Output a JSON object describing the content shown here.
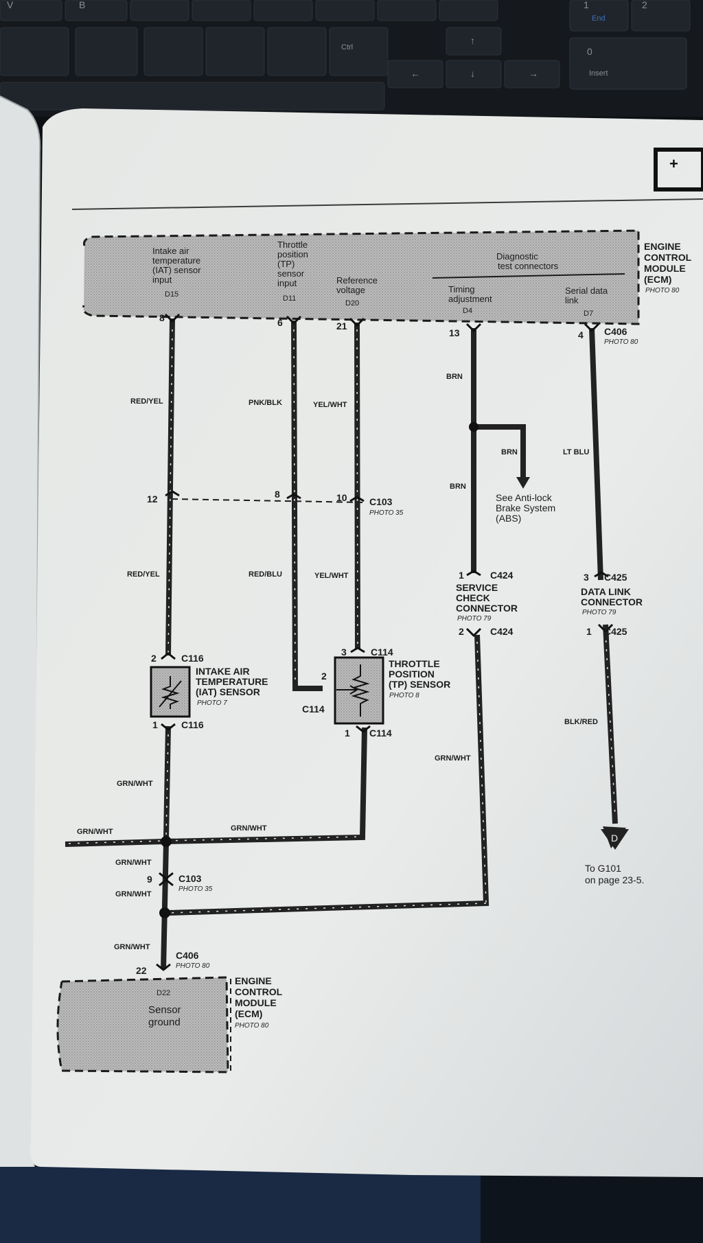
{
  "keyboard": {
    "keys": [
      "V",
      "B",
      "1",
      "2",
      "End",
      "Ctrl",
      "↑",
      "←",
      "↓",
      "→",
      "0",
      "Insert"
    ]
  },
  "ecm_top": {
    "title": [
      "ENGINE",
      "CONTROL",
      "MODULE",
      "(ECM)"
    ],
    "photo": "PHOTO 80",
    "diagnostic_title": [
      "Diagnostic",
      "test connectors"
    ],
    "inputs": [
      {
        "lines": [
          "Intake air",
          "temperature",
          "(IAT) sensor",
          "input"
        ],
        "terminal": "D15"
      },
      {
        "lines": [
          "Throttle",
          "position",
          "(TP)",
          "sensor",
          "input"
        ],
        "terminal": "D11"
      },
      {
        "lines": [
          "Reference",
          "voltage"
        ],
        "terminal": "D20"
      },
      {
        "lines": [
          "Timing",
          "adjustment"
        ],
        "terminal": "D4"
      },
      {
        "lines": [
          "Serial data",
          "link"
        ],
        "terminal": "D7"
      }
    ]
  },
  "pins_top": [
    "8",
    "6",
    "21",
    "13",
    "4"
  ],
  "c406_top": {
    "name": "C406",
    "photo": "PHOTO 80"
  },
  "wires": {
    "w1": "RED/YEL",
    "w2": "PNK/BLK",
    "w3": "YEL/WHT",
    "brn1": "BRN",
    "brn2": "BRN",
    "brn3": "BRN",
    "ltblu": "LT BLU",
    "w1b": "RED/YEL",
    "w2b": "RED/BLU",
    "w3b": "YEL/WHT",
    "grn1": "GRN/WHT",
    "grn_left": "GRN/WHT",
    "grn_mid": "GRN/WHT",
    "grn2": "GRN/WHT",
    "grn3": "GRN/WHT",
    "grn4": "GRN/WHT",
    "grn_right": "GRN/WHT",
    "blkred": "BLK/RED"
  },
  "c103": {
    "pins": [
      "12",
      "8",
      "10"
    ],
    "name": "C103",
    "photo": "PHOTO 35"
  },
  "abs": [
    "See Anti-lock",
    "Brake System",
    "(ABS)"
  ],
  "service_check": {
    "pin1": "1",
    "pin2": "2",
    "conn": "C424",
    "title": [
      "SERVICE",
      "CHECK",
      "CONNECTOR"
    ],
    "photo": "PHOTO 79"
  },
  "data_link": {
    "pin3": "3",
    "pin1": "1",
    "conn": "C425",
    "title": [
      "DATA LINK",
      "CONNECTOR"
    ],
    "photo": "PHOTO 79"
  },
  "iat": {
    "pin2": "2",
    "pin1": "1",
    "conn": "C116",
    "title": [
      "INTAKE AIR",
      "TEMPERATURE",
      "(IAT) SENSOR"
    ],
    "photo": "PHOTO 7"
  },
  "tp": {
    "pin3": "3",
    "pin2": "2",
    "pin1": "1",
    "conn": "C114",
    "title": [
      "THROTTLE",
      "POSITION",
      "(TP) SENSOR"
    ],
    "photo": "PHOTO 8"
  },
  "c103_bottom": {
    "pin": "9",
    "name": "C103",
    "photo": "PHOTO 35"
  },
  "c406_bottom": {
    "pin": "22",
    "name": "C406",
    "photo": "PHOTO 80"
  },
  "ecm_bottom": {
    "terminal": "D22",
    "lines": [
      "Sensor",
      "ground"
    ],
    "title": [
      "ENGINE",
      "CONTROL",
      "MODULE",
      "(ECM)"
    ],
    "photo": "PHOTO 80"
  },
  "ground_ref": {
    "letter": "D",
    "lines": [
      "To G101",
      "on page 23-5."
    ]
  }
}
